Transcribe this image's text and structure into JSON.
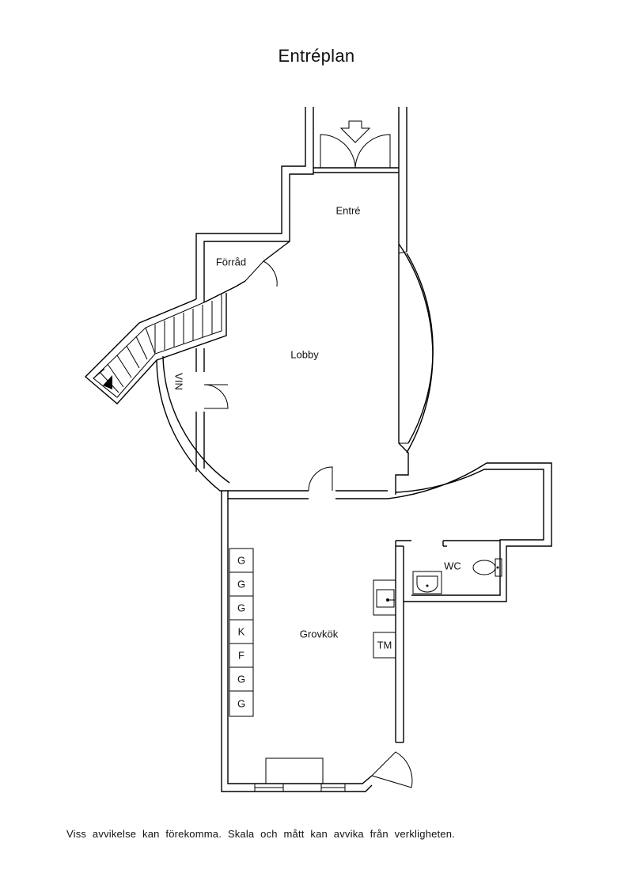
{
  "title": "Entréplan",
  "disclaimer": "Viss avvikelse kan förekomma. Skala och mått kan avvika från verkligheten.",
  "rooms": {
    "entre": "Entré",
    "forrad": "Förråd",
    "lobby": "Lobby",
    "vin": "VIN",
    "wc": "WC",
    "grovkok": "Grovkök"
  },
  "appliances": [
    "G",
    "G",
    "G",
    "K",
    "F",
    "G",
    "G"
  ],
  "tm": "TM",
  "icons": [
    "entrance-arrow-icon",
    "stair-direction-arrow-icon",
    "sink-icon",
    "washbasin-icon",
    "toilet-icon"
  ]
}
